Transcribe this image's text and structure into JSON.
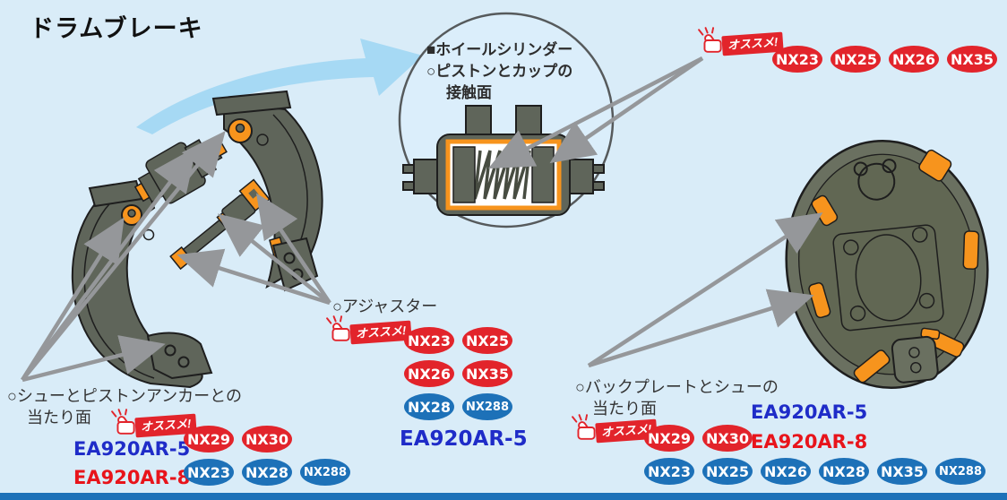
{
  "page": {
    "title": "ドラムブレーキ"
  },
  "recommend_badge_label": "オススメ!",
  "icons": {
    "recommend": "thumbs-up-icon",
    "swoosh": "big-blue-arrow"
  },
  "inset": {
    "line1": "■ホイールシリンダー",
    "line2": "○ピストンとカップの",
    "line3": "接触面"
  },
  "sections": {
    "wheel_cylinder": {
      "pills_red": [
        "NX23",
        "NX25",
        "NX26",
        "NX35"
      ]
    },
    "shoe_anchor": {
      "label1": "○シューとピストンアンカーとの",
      "label2": "当たり面",
      "code_blue": "EA920AR-5",
      "code_red": "EA920AR-8",
      "pills_red": [
        "NX29",
        "NX30"
      ],
      "pills_blue": [
        "NX23",
        "NX28",
        "NX288"
      ]
    },
    "adjuster": {
      "label": "○アジャスター",
      "pills_red": [
        "NX23",
        "NX25",
        "NX26",
        "NX35"
      ],
      "pills_blue": [
        "NX28",
        "NX288"
      ],
      "code_blue": "EA920AR-5"
    },
    "backplate": {
      "label1": "○バックプレートとシューの",
      "label2": "当たり面",
      "code_blue": "EA920AR-5",
      "code_red": "EA920AR-8",
      "pills_red": [
        "NX29",
        "NX30"
      ],
      "pills_blue": [
        "NX23",
        "NX25",
        "NX26",
        "NX28",
        "NX35",
        "NX288"
      ]
    }
  },
  "colors": {
    "background": "#d9ecf8",
    "bottom_bar": "#1d71b8",
    "pill_red": "#e2242b",
    "pill_blue": "#1d71b8",
    "code_blue": "#1f2cc8",
    "code_red": "#e8141b",
    "highlight_orange": "#f7941d",
    "part_gray": "#5f655a",
    "arrow_gray": "#95979a",
    "swoosh_blue": "#a6d9f4"
  }
}
